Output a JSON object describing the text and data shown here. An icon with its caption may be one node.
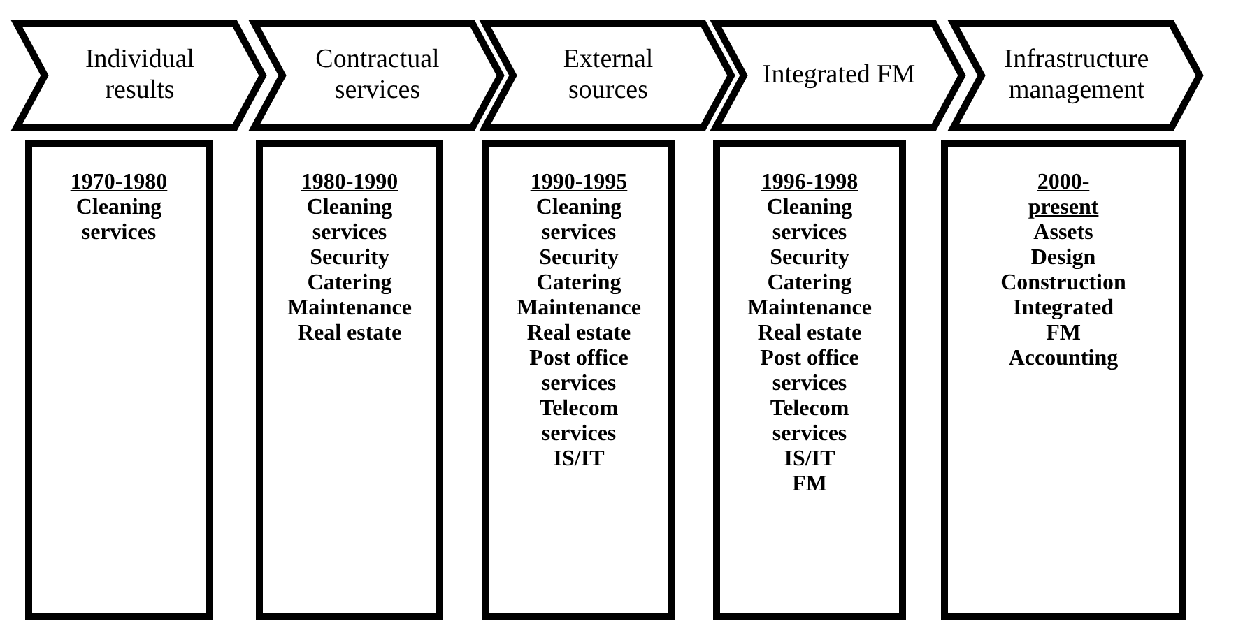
{
  "diagram": {
    "nodes": [
      {
        "text": [
          "Individual results"
        ]
      },
      {
        "text": [
          "Contractual services"
        ]
      },
      {
        "text": [
          "External sources"
        ]
      },
      {
        "text": [
          "Integrated FM"
        ]
      },
      {
        "text": [
          "Infrastructure management"
        ]
      },
      {
        "text": [
          "1970-1980",
          "Cleaning services"
        ]
      },
      {
        "text": [
          "1980-1990",
          "Cleaning services",
          "Security",
          "Catering",
          "Maintenance",
          "Real estate"
        ]
      },
      {
        "text": [
          "1990-1995",
          "Cleaning services",
          "Security",
          "Catering",
          "Maintenance",
          "Real estate",
          "Post office services",
          "Telecom services",
          "IS/IT"
        ]
      },
      {
        "text": [
          "1996-1998",
          "Cleaning services",
          "Security",
          "Catering",
          "Maintenance",
          "Real estate",
          "Post office services",
          "Telecom services",
          "IS/IT",
          "FM"
        ]
      },
      {
        "text": [
          "2000-present",
          "Assets",
          "Design",
          "Construction",
          "Integrated FM",
          "Accounting"
        ]
      }
    ]
  }
}
